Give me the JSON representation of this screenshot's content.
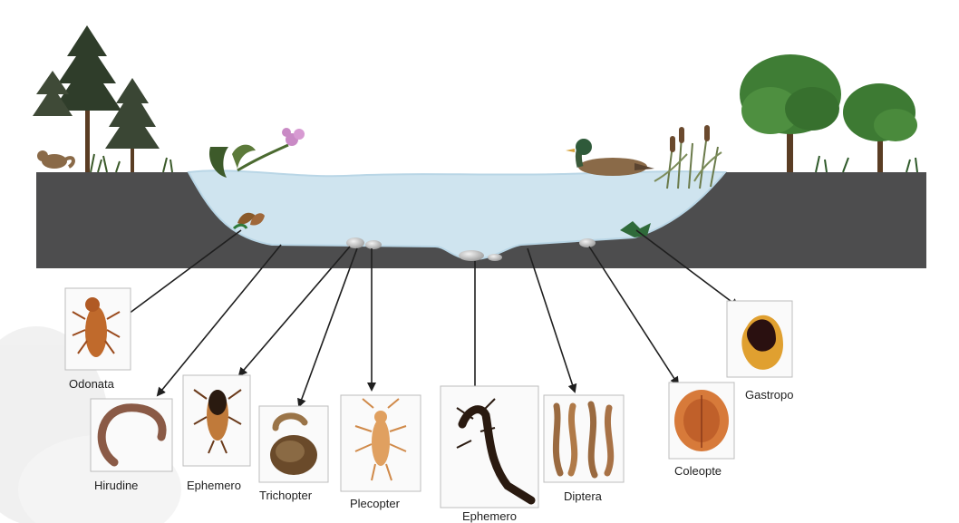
{
  "colors": {
    "background": "#ffffff",
    "soil": "#4d4d4e",
    "water": "#cfe4ef",
    "water_edge": "#b9d6e6",
    "arrow": "#1f1f1f",
    "frame": "#bdbdbd",
    "label_text": "#222222"
  },
  "scene": {
    "left_bank": [
      "pine-tree",
      "pine-tree",
      "chipmunk",
      "grass"
    ],
    "right_bank": [
      "deciduous-tree",
      "deciduous-tree",
      "grass"
    ],
    "water_items": [
      "water-plant-with-flower",
      "duck",
      "cattails",
      "submerged-leaf",
      "floating-leaf",
      "pebbles"
    ]
  },
  "organisms": [
    {
      "label": "Odonata",
      "icon": "dragonfly-larva"
    },
    {
      "label": "Hirudine",
      "icon": "leech"
    },
    {
      "label": "Ephemero",
      "icon": "mayfly-nymph"
    },
    {
      "label": "Trichopter",
      "icon": "caddisfly-larva"
    },
    {
      "label": "Plecopter",
      "icon": "stonefly-nymph"
    },
    {
      "label": "Ephemero",
      "icon": "mayfly-nymph"
    },
    {
      "label": "Diptera",
      "icon": "midge-larvae"
    },
    {
      "label": "Coleopte",
      "icon": "water-beetle"
    },
    {
      "label": "Gastropo",
      "icon": "snail-shell"
    }
  ]
}
